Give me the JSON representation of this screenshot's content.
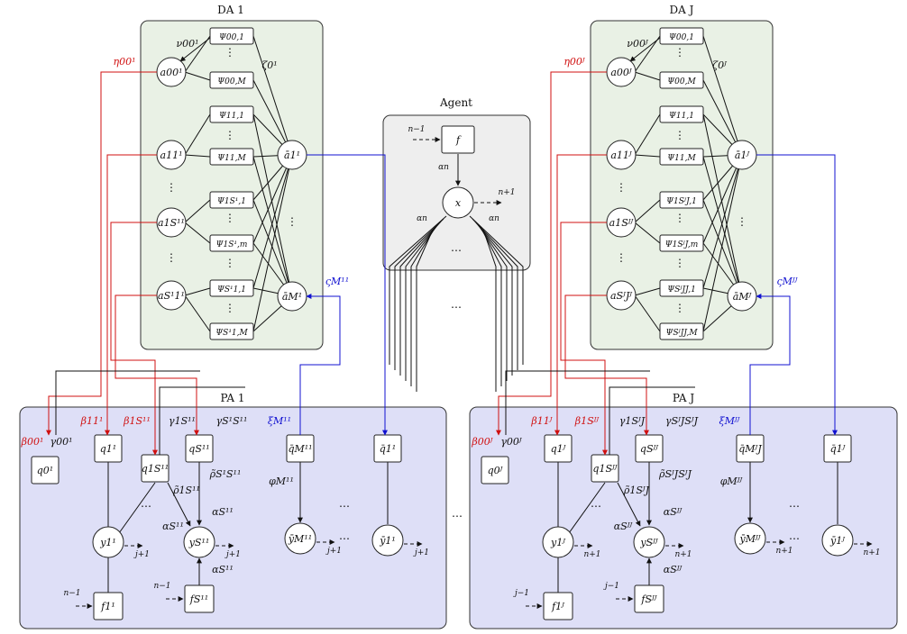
{
  "title_da1": "DA 1",
  "title_daJ": "DA J",
  "title_agent": "Agent",
  "title_pa1": "PA 1",
  "title_paJ": "PA J",
  "colors": {
    "da_fill": "#e9f1e5",
    "pa_fill": "#dedff7",
    "agent_fill": "#eeeeee",
    "red": "#d01010",
    "blue": "#1010d0"
  },
  "da1": {
    "psi": [
      "Ψ00,1",
      "Ψ00,M",
      "Ψ11,1",
      "Ψ11,M",
      "Ψ1S¹,1",
      "Ψ1S¹,m",
      "ΨS¹1,1",
      "ΨS¹1,M"
    ],
    "nodes_left": [
      "a00¹",
      "a11¹",
      "a1S¹¹",
      "aS¹1¹"
    ],
    "nodes_right": [
      "ā1¹",
      "āM¹"
    ],
    "labels": {
      "nu": "ν00¹",
      "zeta": "ζ0¹",
      "eta": "η00¹",
      "zetaM": "ςM¹¹"
    }
  },
  "daJ": {
    "psi": [
      "Ψ00,1",
      "Ψ00,M",
      "Ψ11,1",
      "Ψ11,M",
      "Ψ1SᴶJ,1",
      "Ψ1SᴶJ,m",
      "ΨSᴶJJ,1",
      "ΨSᴶJJ,M"
    ],
    "nodes_left": [
      "a00ᴶ",
      "a11ᴶ",
      "a1Sᴶᴶ",
      "aSᴶJᴶ"
    ],
    "nodes_right": [
      "ā1ᴶ",
      "āMᴶ"
    ],
    "labels": {
      "nu": "ν00ᴶ",
      "zeta": "ζ0ᴶ",
      "eta": "η00ᴶ",
      "zetaM": "ςMᴶᴶ"
    }
  },
  "agent": {
    "f": "f",
    "x": "x",
    "n_minus_1": "n−1",
    "n_plus_1": "n+1",
    "alpha": "αn",
    "dots": "⋯"
  },
  "pa1": {
    "q": [
      "q0¹",
      "q1¹",
      "q1S¹¹",
      "qS¹¹",
      "q̄M¹¹",
      "q̄1¹"
    ],
    "y": [
      "y1¹",
      "yS¹¹",
      "ȳM¹¹",
      "ȳ1¹"
    ],
    "f": [
      "f1¹",
      "fS¹¹"
    ],
    "top_labels": [
      "β00¹",
      "γ00¹",
      "β11¹",
      "β1S¹¹",
      "γ1S¹¹",
      "γS¹S¹¹",
      "ξM¹¹"
    ],
    "mid_labels": [
      "ρ̃1S¹¹",
      "ρ̃S¹S¹¹",
      "φM¹¹",
      "αS¹¹",
      "αS¹¹",
      "αS¹¹"
    ],
    "step_in": "n−1",
    "step_out": "j+1"
  },
  "paJ": {
    "q": [
      "q0ᴶ",
      "q1ᴶ",
      "q1Sᴶᴶ",
      "qSᴶᴶ",
      "q̄MᴶJ",
      "q̄1ᴶ"
    ],
    "y": [
      "y1ᴶ",
      "ySᴶᴶ",
      "ȳMᴶᴶ",
      "ȳ1ᴶ"
    ],
    "f": [
      "f1ᴶ",
      "fSᴶᴶ"
    ],
    "top_labels": [
      "β00ᴶ",
      "γ00ᴶ",
      "β11ᴶ",
      "β1Sᴶᴶ",
      "γ1SᴶJ",
      "γSᴶJSᴶJ",
      "ξMᴶᴶ"
    ],
    "mid_labels": [
      "ρ̃1SᴶJ",
      "ρ̃SᴶJSᴶJ",
      "φMᴶᴶ",
      "αSᴶᴶ",
      "αSᴶᴶ",
      "αSᴶᴶ"
    ],
    "step_in": "j−1",
    "step_out": "n+1"
  },
  "dots": "⋯",
  "vdots": "⋮"
}
